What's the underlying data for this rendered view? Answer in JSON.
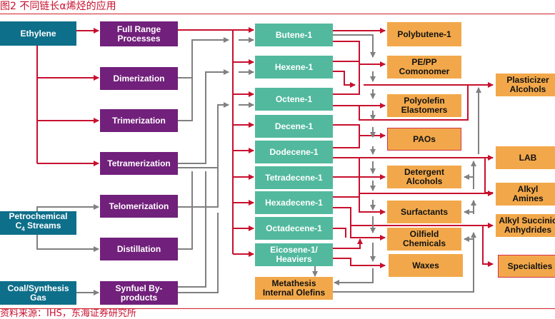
{
  "header": {
    "title": "图2  不同链长α烯烃的应用"
  },
  "footer": {
    "source": "资料来源：IHS，东海证券研究所"
  },
  "colors": {
    "feedstock": "#0e6f8a",
    "process": "#71207b",
    "olefin": "#52b99e",
    "application": "#f2a84a",
    "flow_red": "#c8102e",
    "flow_gray": "#808080"
  },
  "feedstocks": [
    {
      "label": "Ethylene"
    },
    {
      "label": "Petrochemical C₄ Streams"
    },
    {
      "label": "Coal/Synthesis Gas"
    }
  ],
  "processes": [
    {
      "label": "Full Range Processes"
    },
    {
      "label": "Dimerization"
    },
    {
      "label": "Trimerization"
    },
    {
      "label": "Tetramerization"
    },
    {
      "label": "Telomerization"
    },
    {
      "label": "Distillation"
    },
    {
      "label": "Synfuel By-products"
    }
  ],
  "olefins": [
    {
      "label": "Butene-1"
    },
    {
      "label": "Hexene-1"
    },
    {
      "label": "Octene-1"
    },
    {
      "label": "Decene-1"
    },
    {
      "label": "Dodecene-1"
    },
    {
      "label": "Tetradecene-1"
    },
    {
      "label": "Hexadecene-1"
    },
    {
      "label": "Octadecene-1"
    },
    {
      "label": "Eicosene-1/ Heaviers"
    }
  ],
  "metathesis": {
    "label": "Metathesis Internal Olefins"
  },
  "applications_mid": [
    {
      "label": "Polybutene-1"
    },
    {
      "label": "PE/PP Comonomer"
    },
    {
      "label": "Polyolefin Elastomers"
    },
    {
      "label": "PAOs"
    },
    {
      "label": "Detergent Alcohols"
    },
    {
      "label": "Surfactants"
    },
    {
      "label": "Oilfield Chemicals"
    },
    {
      "label": "Waxes"
    }
  ],
  "applications_right": [
    {
      "label": "Plasticizer Alcohols"
    },
    {
      "label": "LAB"
    },
    {
      "label": "Alkyl Amines"
    },
    {
      "label": "Alkyl Succinic Anhydrides"
    },
    {
      "label": "Specialties"
    }
  ]
}
